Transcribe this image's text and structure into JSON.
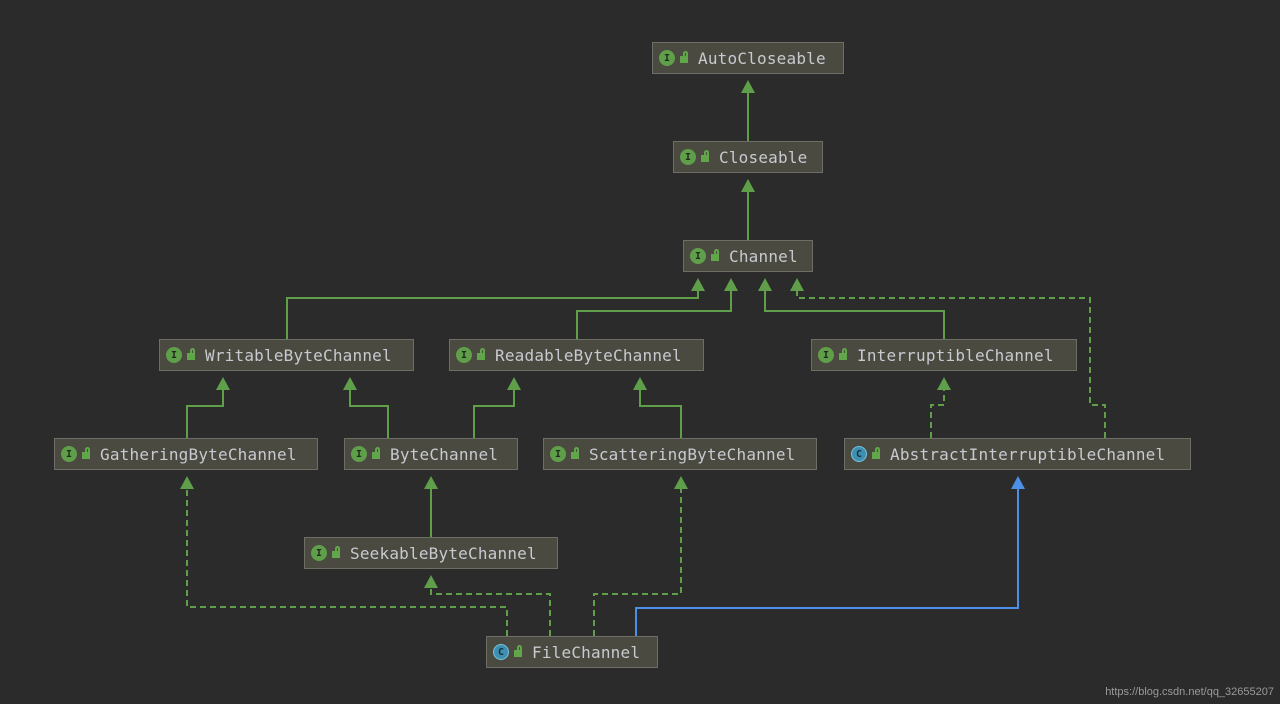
{
  "nodes": {
    "autocloseable": {
      "kind": "I",
      "name": "AutoCloseable"
    },
    "closeable": {
      "kind": "I",
      "name": "Closeable"
    },
    "channel": {
      "kind": "I",
      "name": "Channel"
    },
    "writable": {
      "kind": "I",
      "name": "WritableByteChannel"
    },
    "readable": {
      "kind": "I",
      "name": "ReadableByteChannel"
    },
    "interruptible": {
      "kind": "I",
      "name": "InterruptibleChannel"
    },
    "gathering": {
      "kind": "I",
      "name": "GatheringByteChannel"
    },
    "bytechannel": {
      "kind": "I",
      "name": "ByteChannel"
    },
    "scattering": {
      "kind": "I",
      "name": "ScatteringByteChannel"
    },
    "abstractinterruptible": {
      "kind": "C",
      "name": "AbstractInterruptibleChannel"
    },
    "seekable": {
      "kind": "I",
      "name": "SeekableByteChannel"
    },
    "filechannel": {
      "kind": "C",
      "name": "FileChannel"
    }
  },
  "edges": [
    {
      "from": "closeable",
      "to": "autocloseable",
      "type": "extends"
    },
    {
      "from": "channel",
      "to": "closeable",
      "type": "extends"
    },
    {
      "from": "writable",
      "to": "channel",
      "type": "extends"
    },
    {
      "from": "readable",
      "to": "channel",
      "type": "extends"
    },
    {
      "from": "interruptible",
      "to": "channel",
      "type": "extends"
    },
    {
      "from": "abstractinterruptible",
      "to": "channel",
      "type": "implements"
    },
    {
      "from": "gathering",
      "to": "writable",
      "type": "extends"
    },
    {
      "from": "bytechannel",
      "to": "writable",
      "type": "extends"
    },
    {
      "from": "bytechannel",
      "to": "readable",
      "type": "extends"
    },
    {
      "from": "scattering",
      "to": "readable",
      "type": "extends"
    },
    {
      "from": "abstractinterruptible",
      "to": "interruptible",
      "type": "implements"
    },
    {
      "from": "seekable",
      "to": "bytechannel",
      "type": "extends"
    },
    {
      "from": "filechannel",
      "to": "gathering",
      "type": "implements"
    },
    {
      "from": "filechannel",
      "to": "seekable",
      "type": "implements"
    },
    {
      "from": "filechannel",
      "to": "scattering",
      "type": "implements"
    },
    {
      "from": "filechannel",
      "to": "abstractinterruptible",
      "type": "class-extends"
    }
  ],
  "colors": {
    "background": "#2b2b2b",
    "node_fill": "#4a4a41",
    "interface_edge": "#5f9f4a",
    "class_edge": "#4c8fe6",
    "interface_badge": "#5f9f4a",
    "class_badge": "#3e8fb0"
  },
  "watermark": "https://blog.csdn.net/qq_32655207"
}
